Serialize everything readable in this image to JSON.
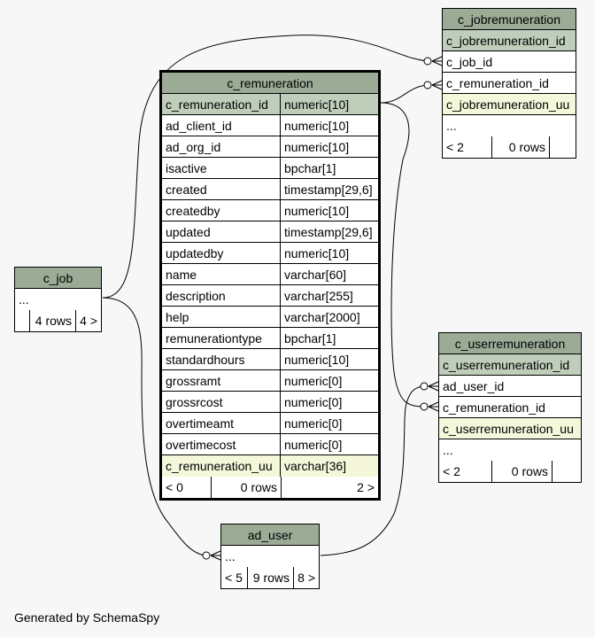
{
  "footer_text": "Generated by SchemaSpy",
  "colors": {
    "header": "#9bab96",
    "primary_key": "#bfcdbb",
    "unique": "#f4f7da",
    "background": "#f7f7f7"
  },
  "tables": {
    "c_remuneration": {
      "name": "c_remuneration",
      "columns": [
        {
          "name": "c_remuneration_id",
          "type": "numeric[10]",
          "kind": "pk"
        },
        {
          "name": "ad_client_id",
          "type": "numeric[10]",
          "kind": ""
        },
        {
          "name": "ad_org_id",
          "type": "numeric[10]",
          "kind": ""
        },
        {
          "name": "isactive",
          "type": "bpchar[1]",
          "kind": ""
        },
        {
          "name": "created",
          "type": "timestamp[29,6]",
          "kind": ""
        },
        {
          "name": "createdby",
          "type": "numeric[10]",
          "kind": ""
        },
        {
          "name": "updated",
          "type": "timestamp[29,6]",
          "kind": ""
        },
        {
          "name": "updatedby",
          "type": "numeric[10]",
          "kind": ""
        },
        {
          "name": "name",
          "type": "varchar[60]",
          "kind": ""
        },
        {
          "name": "description",
          "type": "varchar[255]",
          "kind": ""
        },
        {
          "name": "help",
          "type": "varchar[2000]",
          "kind": ""
        },
        {
          "name": "remunerationtype",
          "type": "bpchar[1]",
          "kind": ""
        },
        {
          "name": "standardhours",
          "type": "numeric[10]",
          "kind": ""
        },
        {
          "name": "grossramt",
          "type": "numeric[0]",
          "kind": ""
        },
        {
          "name": "grossrcost",
          "type": "numeric[0]",
          "kind": ""
        },
        {
          "name": "overtimeamt",
          "type": "numeric[0]",
          "kind": ""
        },
        {
          "name": "overtimecost",
          "type": "numeric[0]",
          "kind": ""
        },
        {
          "name": "c_remuneration_uu",
          "type": "varchar[36]",
          "kind": "uu"
        }
      ],
      "footer": {
        "parents": "< 0",
        "rows": "0 rows",
        "children": "2 >"
      }
    },
    "c_jobremuneration": {
      "name": "c_jobremuneration",
      "columns": [
        {
          "name": "c_jobremuneration_id",
          "kind": "pk"
        },
        {
          "name": "c_job_id",
          "kind": ""
        },
        {
          "name": "c_remuneration_id",
          "kind": ""
        },
        {
          "name": "c_jobremuneration_uu",
          "kind": "uu"
        },
        {
          "name": "...",
          "kind": ""
        }
      ],
      "footer": {
        "parents": "< 2",
        "rows": "0 rows",
        "children": ""
      }
    },
    "c_userremuneration": {
      "name": "c_userremuneration",
      "columns": [
        {
          "name": "c_userremuneration_id",
          "kind": "pk"
        },
        {
          "name": "ad_user_id",
          "kind": ""
        },
        {
          "name": "c_remuneration_id",
          "kind": ""
        },
        {
          "name": "c_userremuneration_uu",
          "kind": "uu"
        },
        {
          "name": "...",
          "kind": ""
        }
      ],
      "footer": {
        "parents": "< 2",
        "rows": "0 rows",
        "children": ""
      }
    },
    "c_job": {
      "name": "c_job",
      "columns": [
        {
          "name": "...",
          "kind": ""
        }
      ],
      "footer": {
        "parents": "",
        "rows": "4 rows",
        "children": "4 >"
      }
    },
    "ad_user": {
      "name": "ad_user",
      "columns": [
        {
          "name": "...",
          "kind": ""
        }
      ],
      "footer": {
        "parents": "< 5",
        "rows": "9 rows",
        "children": "8 >"
      }
    }
  }
}
